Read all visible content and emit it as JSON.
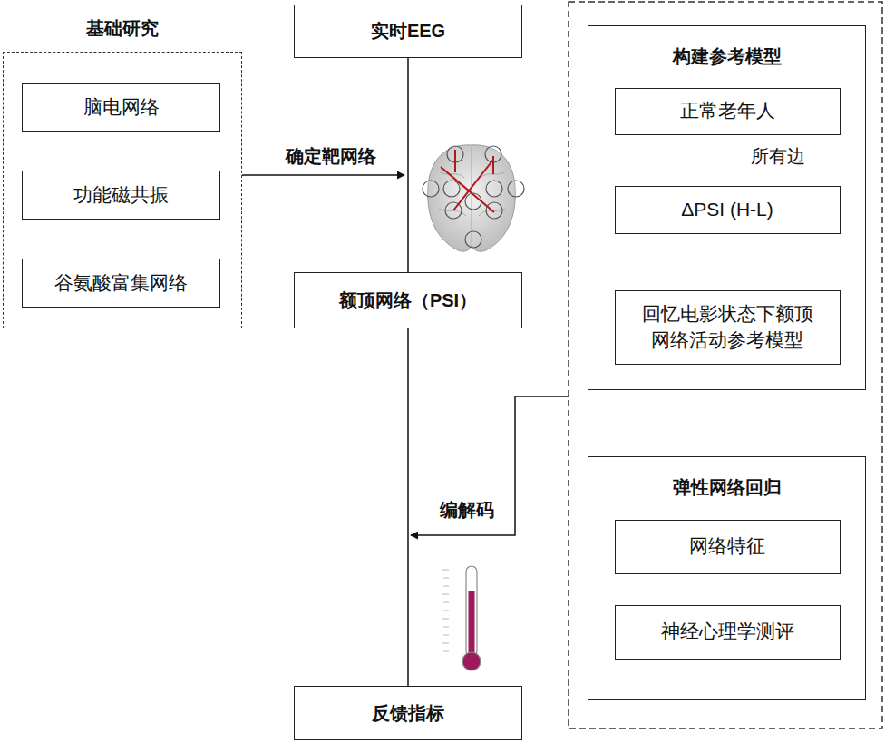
{
  "diagram": {
    "nodes": [
      {
        "text": [
          "基础研究"
        ]
      },
      {
        "text": [
          "脑电网络"
        ],
        "in": 0
      },
      {
        "text": [
          "功能磁共振"
        ],
        "in": 0
      },
      {
        "text": [
          "谷氨酸富集网络"
        ],
        "in": 0
      },
      {
        "text": [
          "实时EEG"
        ]
      },
      {
        "text": [
          "额顶网络（PSI）"
        ]
      },
      {
        "text": [
          "反馈指标"
        ]
      },
      {
        "text": [
          "构建参考模型"
        ]
      },
      {
        "text": [
          "正常老年人"
        ],
        "in": 7
      },
      {
        "text": [
          "ΔPSI (H-L)"
        ],
        "in": 7
      },
      {
        "text": [
          "回忆电影状态下额顶网络活动参考模型"
        ],
        "in": 7
      },
      {
        "text": [
          "弹性网络回归"
        ]
      },
      {
        "text": [
          "网络特征"
        ],
        "in": 11
      },
      {
        "text": [
          "神经心理学测评"
        ],
        "in": 11
      }
    ],
    "edges": [
      {
        "from": 4,
        "to": 5,
        "arrow": "none"
      },
      {
        "from": 5,
        "to": 6,
        "arrow": "none"
      },
      {
        "from": 8,
        "to": 9,
        "label": "所有边",
        "arrow": "to"
      },
      {
        "from": 9,
        "to": 10,
        "arrow": "to"
      }
    ],
    "labels": [
      "确定靶网络",
      "编解码"
    ]
  }
}
